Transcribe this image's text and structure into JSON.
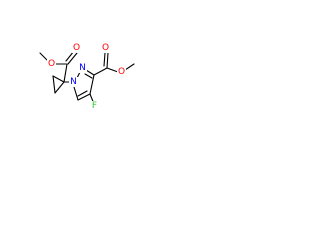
{
  "atoms": {
    "o_carbonyl_left": {
      "symbol": "O",
      "color": "#ff0000"
    },
    "o_ester_left": {
      "symbol": "O",
      "color": "#ff0000"
    },
    "o_carbonyl_right": {
      "symbol": "O",
      "color": "#ff0000"
    },
    "o_ester_right": {
      "symbol": "O",
      "color": "#ff0000"
    },
    "n1": {
      "symbol": "N",
      "color": "#0000ff"
    },
    "n2": {
      "symbol": "N",
      "color": "#0000ff"
    },
    "f": {
      "symbol": "F",
      "color": "#33cc33"
    }
  }
}
